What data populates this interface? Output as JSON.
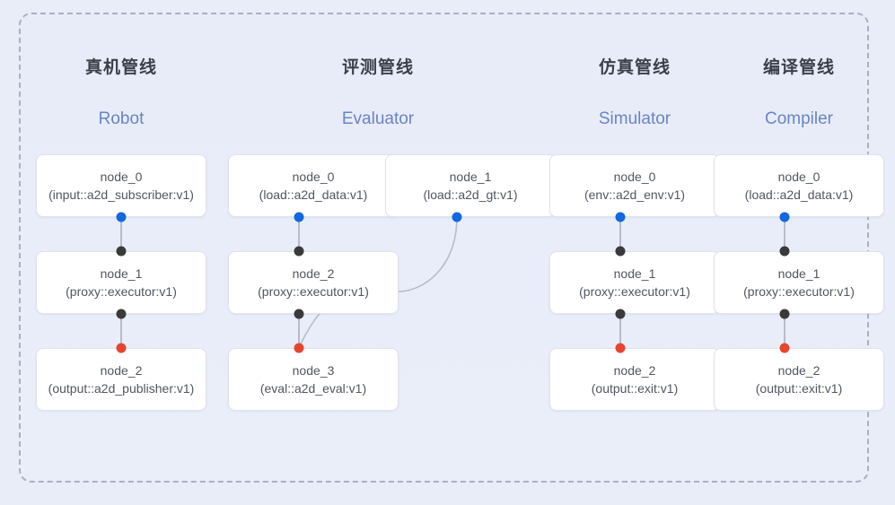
{
  "diagram": {
    "frame": {
      "style": "dashed-rounded-rectangle",
      "border_color": "#aab0c0",
      "background_color": "#e8edf8"
    },
    "dot_colors": {
      "input": "#1268df",
      "relay": "#3a3a3a",
      "output": "#e8452f"
    },
    "edge_color": "#b6bcca",
    "columns": [
      {
        "id": "robot",
        "title_cn": "真机管线",
        "title_en": "Robot",
        "nodes": [
          {
            "name": "node_0",
            "type": "(input::a2d_subscriber:v1)"
          },
          {
            "name": "node_1",
            "type": "(proxy::executor:v1)"
          },
          {
            "name": "node_2",
            "type": "(output::a2d_publisher:v1)"
          }
        ]
      },
      {
        "id": "evaluator",
        "title_cn": "评测管线",
        "title_en": "Evaluator",
        "nodes": [
          {
            "name": "node_0",
            "type": "(load::a2d_data:v1)"
          },
          {
            "name": "node_1",
            "type": "(load::a2d_gt:v1)"
          },
          {
            "name": "node_2",
            "type": "(proxy::executor:v1)"
          },
          {
            "name": "node_3",
            "type": "(eval::a2d_eval:v1)"
          }
        ]
      },
      {
        "id": "simulator",
        "title_cn": "仿真管线",
        "title_en": "Simulator",
        "nodes": [
          {
            "name": "node_0",
            "type": "(env::a2d_env:v1)"
          },
          {
            "name": "node_1",
            "type": "(proxy::executor:v1)"
          },
          {
            "name": "node_2",
            "type": "(output::exit:v1)"
          }
        ]
      },
      {
        "id": "compiler",
        "title_cn": "编译管线",
        "title_en": "Compiler",
        "nodes": [
          {
            "name": "node_0",
            "type": "(load::a2d_data:v1)"
          },
          {
            "name": "node_1",
            "type": "(proxy::executor:v1)"
          },
          {
            "name": "node_2",
            "type": "(output::exit:v1)"
          }
        ]
      }
    ]
  }
}
